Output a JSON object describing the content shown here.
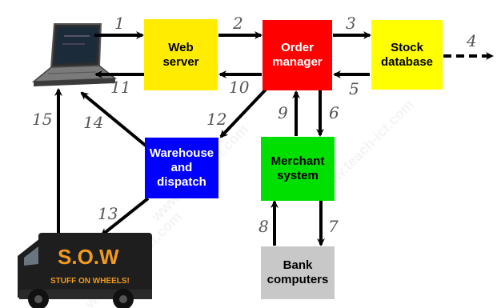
{
  "colors": {
    "web_server": "#ffec00",
    "order_manager": "#ff0000",
    "stock_database": "#ffff00",
    "warehouse": "#0000ff",
    "merchant": "#00e000",
    "bank": "#c8c8c8",
    "truck_text": "#f09a1e",
    "arrow": "#000000"
  },
  "nodes": {
    "web_server": "Web\nserver",
    "order_manager": "Order\nmanager",
    "stock_database": "Stock\ndatabase",
    "warehouse": "Warehouse\nand\ndispatch",
    "merchant": "Merchant\nsystem",
    "bank": "Bank\ncomputers"
  },
  "truck": {
    "logo": "S.O.W",
    "tagline": "STUFF ON WHEELS!"
  },
  "icons": [
    "laptop-icon",
    "delivery-truck-icon"
  ],
  "watermark": "www.teach-ict.com",
  "steps": [
    "1",
    "2",
    "3",
    "4",
    "5",
    "6",
    "7",
    "8",
    "9",
    "10",
    "11",
    "12",
    "13",
    "14",
    "15"
  ]
}
